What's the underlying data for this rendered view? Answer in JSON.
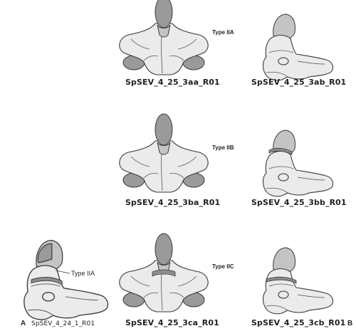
{
  "captions": {
    "r1_front": "SpSEV_4_25_3aa_R01",
    "r1_side": "SpSEV_4_25_3ab_R01",
    "r2_front": "SpSEV_4_25_3ba_R01",
    "r2_side": "SpSEV_4_25_3bb_R01",
    "r3_front": "SpSEV_4_25_3ca_R01",
    "r3_side": "SpSEV_4_25_3cb_R01",
    "panel_a": "SpSEV_4_24_1_R01"
  },
  "types": {
    "r1": "Type IIA",
    "r2": "Type IIB",
    "r3": "Type IIC",
    "panel_a": "Type IIA"
  },
  "panels": {
    "a": "A",
    "b": "B"
  }
}
